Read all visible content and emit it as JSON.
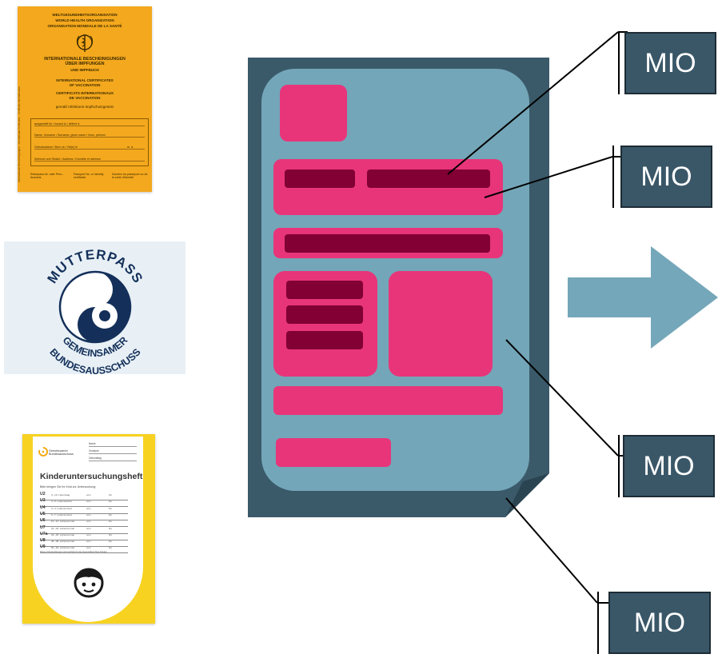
{
  "left_panel": {
    "vaccination_booklet": {
      "org_lines": [
        "WELTGESUNDHEITSORGANISATION",
        "WORLD HEALTH ORGANIZATION",
        "ORGANISATION MONDIALE DE LA SANTÉ"
      ],
      "title_lines": [
        "INTERNATIONALE BESCHEINIGUNGEN",
        "ÜBER IMPFUNGEN",
        "UND IMPFBUCH",
        "INTERNATIONAL CERTIFICATES",
        "OF VACCINATION",
        "CERTIFICATS INTERNATIONAUX",
        "DE VACCINATION",
        "gemäß Infektions-Impfschutzgesetz"
      ],
      "form_rows": [
        "ausgestellt für / issued to / délivré à",
        "Name, Vorname / Surname, given name / Nom, prénom",
        "Geburtsdatum / Born on / Né(e) le",
        "Wohnort und Straße / Address / Domicile et adresse"
      ],
      "form_suffix": "m. a.",
      "footer": [
        "Reisepass-Nr. oder Pers.-Ausweis",
        "Passport No. or Identity certificate",
        "Numéro du passeport ou de la carte d'identité"
      ],
      "side_text": "Internationale Bescheinigungen · International Certificates · Certificats Internationaux"
    },
    "mutterpass": {
      "arc_top": "MUTTERPASS",
      "arc_bottom_1": "GEMEINSAMER",
      "arc_bottom_2": "BUNDESAUSSCHUSS"
    },
    "kinderuntersuchungsheft": {
      "brand": [
        "Gemeinsamer",
        "Bundesausschuss"
      ],
      "header_fields": [
        "Name",
        "Vorname",
        "Geburtstag"
      ],
      "title": "Kinderuntersuchungsheft",
      "subtitle": "Bitte bringen Sie Ihr Kind zur Untersuchung:",
      "exams": [
        {
          "code": "U2",
          "when": "3.–10. Lebenstag"
        },
        {
          "code": "U3",
          "when": "4.–5. Lebenswoche"
        },
        {
          "code": "U4",
          "when": "3.–4. Lebensmonat"
        },
        {
          "code": "U5",
          "when": "6.–7. Lebensmonat"
        },
        {
          "code": "U6",
          "when": "10.–12. Lebensmonat"
        },
        {
          "code": "U7",
          "when": "21.–24. Lebensmonat"
        },
        {
          "code": "U7a",
          "when": "34.–36. Lebensmonat"
        },
        {
          "code": "U8",
          "when": "46.–48. Lebensmonat"
        },
        {
          "code": "U9",
          "when": "60.–64. Lebensmonat"
        }
      ],
      "col_from": "vom",
      "col_to": "bis",
      "note": "Diese Untersuchungen sind wichtig für die Gesundheit Ihres Kindes"
    }
  },
  "arrow": {
    "color": "#74a7b9"
  },
  "mio_labels": [
    "MIO",
    "MIO",
    "MIO",
    "MIO"
  ],
  "colors": {
    "document": "#3a5a6a",
    "screen": "#73a6b8",
    "field": "#e8357a",
    "value": "#820033",
    "label_bg": "#3a5768"
  }
}
